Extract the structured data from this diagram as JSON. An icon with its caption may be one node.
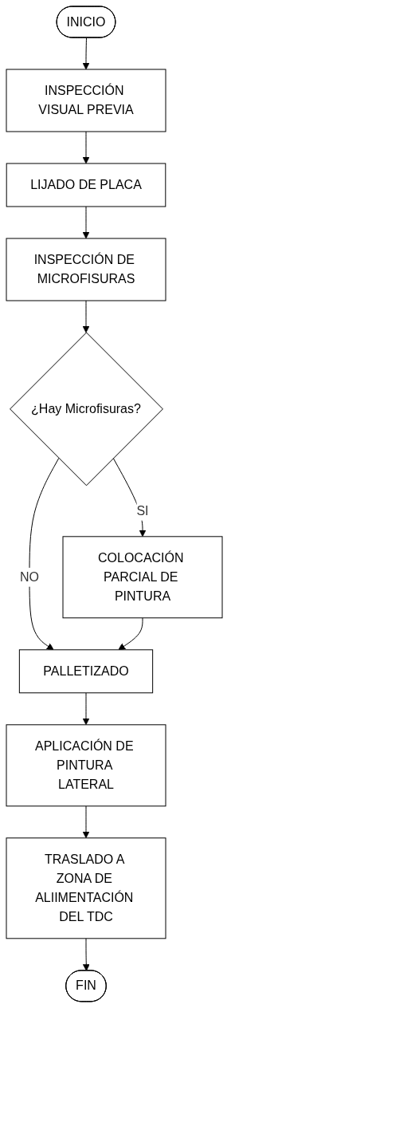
{
  "diagram": {
    "nodes": [
      {
        "text": [
          "INICIO"
        ]
      },
      {
        "text": [
          "INSPECCIÓN VISUAL PREVIA"
        ]
      },
      {
        "text": [
          "LIJADO DE PLACA"
        ]
      },
      {
        "text": [
          "INSPECCIÓN DE MICROFISURAS"
        ]
      },
      {
        "text": [
          "¿Hay Microfisuras?"
        ]
      },
      {
        "text": [
          "COLOCACIÓN PARCIAL DE PINTURA"
        ]
      },
      {
        "text": [
          "PALLETIZADO"
        ]
      },
      {
        "text": [
          "APLICACIÓN DE PINTURA LATERAL"
        ]
      },
      {
        "text": [
          "TRASLADO A ZONA DE ALIIMENTACIÓN DEL TDC"
        ]
      },
      {
        "text": [
          "FIN"
        ]
      }
    ],
    "edges": [
      {
        "from": 0,
        "to": 1,
        "arrow": "to"
      },
      {
        "from": 1,
        "to": 2,
        "arrow": "to"
      },
      {
        "from": 2,
        "to": 3,
        "arrow": "to"
      },
      {
        "from": 3,
        "to": 4,
        "arrow": "to"
      },
      {
        "from": 4,
        "to": 5,
        "label": "SI",
        "arrow": "to"
      },
      {
        "from": 4,
        "to": 6,
        "label": "NO",
        "arrow": "to"
      },
      {
        "from": 5,
        "to": 6,
        "arrow": "to"
      },
      {
        "from": 6,
        "to": 7,
        "arrow": "to"
      },
      {
        "from": 7,
        "to": 8,
        "arrow": "to"
      },
      {
        "from": 8,
        "to": 9,
        "arrow": "to"
      }
    ]
  }
}
